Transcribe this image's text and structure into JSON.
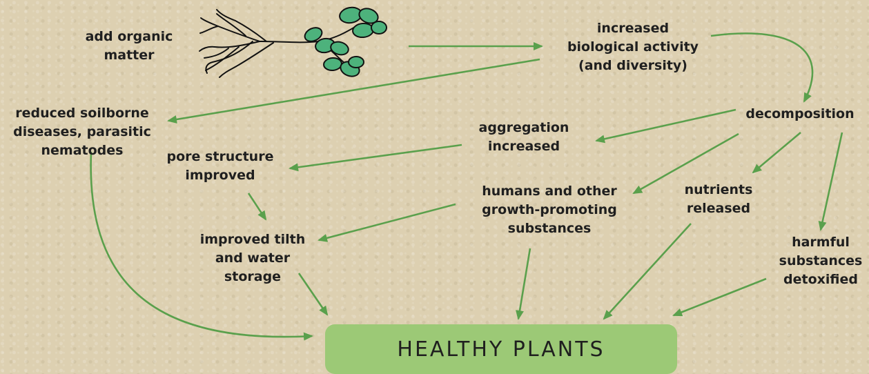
{
  "nodes": {
    "add_organic_matter": "add organic\nmatter",
    "increased_biological_activity": "increased\nbiological activity\n(and diversity)",
    "decomposition": "decomposition",
    "reduced_soilborne_diseases": "reduced soilborne\ndiseases, parasitic\nnematodes",
    "aggregation_increased": "aggregation\nincreased",
    "pore_structure_improved": "pore structure\nimproved",
    "humans_growth_promoting": "humans and other\ngrowth-promoting\nsubstances",
    "nutrients_released": "nutrients\nreleased",
    "improved_tilth": "improved tilth\nand water\nstorage",
    "harmful_substances_detoxified": "harmful\nsubstances\ndetoxified"
  },
  "result_box": {
    "label": "HEALTHY PLANTS"
  },
  "colors": {
    "arrow": "#5aa04c",
    "leaf": "#4db27c",
    "box": "#9cc976",
    "background": "#ddd0b1"
  },
  "icons": {
    "plant": "plant-roots-icon"
  }
}
